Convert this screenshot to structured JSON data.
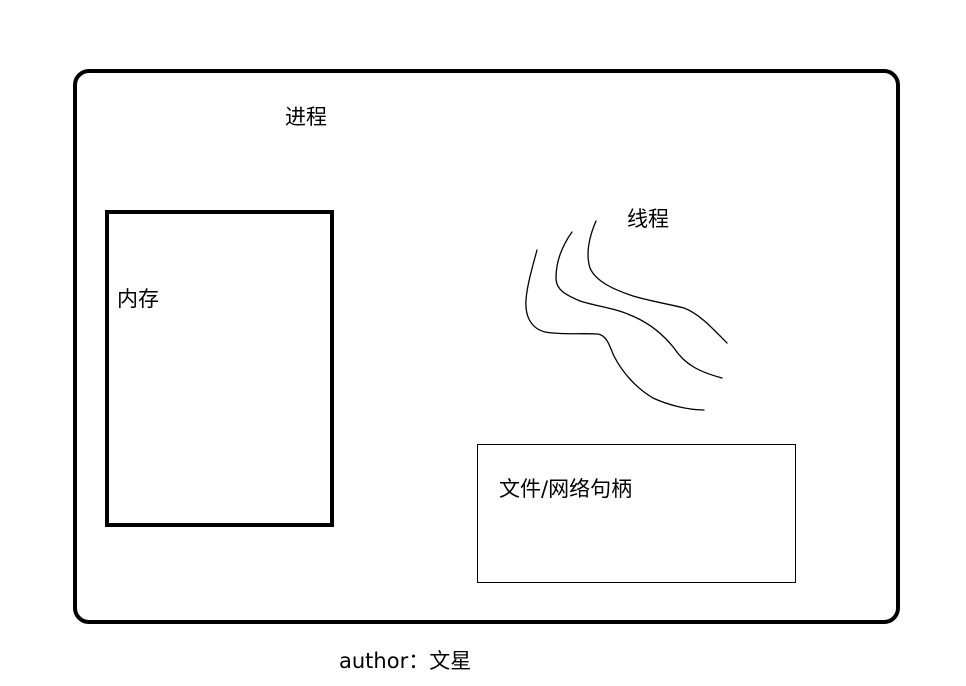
{
  "diagram": {
    "process_label": "进程",
    "memory_label": "内存",
    "thread_label": "线程",
    "handles_label": "文件/网络句柄",
    "author_label": "author：文星"
  },
  "colors": {
    "stroke": "#000000",
    "background": "#ffffff"
  }
}
